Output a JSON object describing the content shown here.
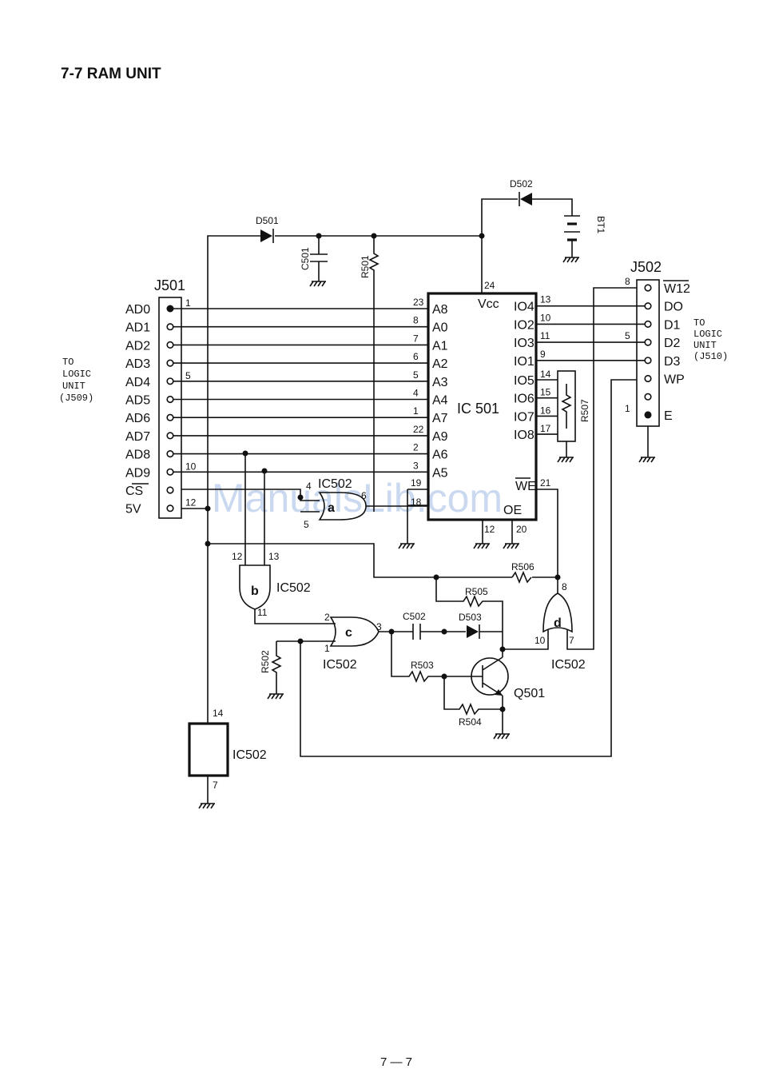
{
  "heading": "7-7  RAM UNIT",
  "page_number": "7 — 7",
  "watermark": "ManualsLib.com",
  "left_note": [
    "TO",
    "LOGIC",
    "UNIT",
    "(J509)"
  ],
  "right_note": [
    "TO",
    "LOGIC",
    "UNIT",
    "(J510)"
  ],
  "j501": {
    "title": "J501",
    "pins": [
      {
        "label": "AD0",
        "num": "1",
        "ic_pin": "23",
        "ic_sig": "A8"
      },
      {
        "label": "AD1",
        "num": "",
        "ic_pin": "8",
        "ic_sig": "A0"
      },
      {
        "label": "AD2",
        "num": "",
        "ic_pin": "7",
        "ic_sig": "A1"
      },
      {
        "label": "AD3",
        "num": "",
        "ic_pin": "6",
        "ic_sig": "A2"
      },
      {
        "label": "AD4",
        "num": "5",
        "ic_pin": "5",
        "ic_sig": "A3"
      },
      {
        "label": "AD5",
        "num": "",
        "ic_pin": "4",
        "ic_sig": "A4"
      },
      {
        "label": "AD6",
        "num": "",
        "ic_pin": "1",
        "ic_sig": "A7"
      },
      {
        "label": "AD7",
        "num": "",
        "ic_pin": "22",
        "ic_sig": "A9"
      },
      {
        "label": "AD8",
        "num": "",
        "ic_pin": "2",
        "ic_sig": "A6"
      },
      {
        "label": "AD9",
        "num": "10",
        "ic_pin": "3",
        "ic_sig": "A5"
      },
      {
        "label": "CS",
        "num": "",
        "ic_pin": "",
        "ic_sig": ""
      },
      {
        "label": "5V",
        "num": "12",
        "ic_pin": "",
        "ic_sig": ""
      }
    ]
  },
  "j502": {
    "title": "J502",
    "pins": [
      {
        "label": "W12",
        "num": "8",
        "ic_pin": "",
        "ic_sig": ""
      },
      {
        "label": "DO",
        "num": "",
        "ic_pin": "13",
        "ic_sig": "IO4"
      },
      {
        "label": "D1",
        "num": "",
        "ic_pin": "10",
        "ic_sig": "IO2"
      },
      {
        "label": "D2",
        "num": "5",
        "ic_pin": "11",
        "ic_sig": "IO3"
      },
      {
        "label": "D3",
        "num": "",
        "ic_pin": "9",
        "ic_sig": "IO1"
      },
      {
        "label": "WP",
        "num": "",
        "ic_pin": "",
        "ic_sig": ""
      },
      {
        "label": "",
        "num": "",
        "ic_pin": "",
        "ic_sig": ""
      },
      {
        "label": "E",
        "num": "1",
        "ic_pin": "",
        "ic_sig": ""
      }
    ]
  },
  "ic501": {
    "name": "IC 501",
    "vcc_label": "Vcc",
    "vcc_pin": "24",
    "io_right": [
      {
        "pin": "14",
        "sig": "IO5"
      },
      {
        "pin": "15",
        "sig": "IO6"
      },
      {
        "pin": "16",
        "sig": "IO7"
      },
      {
        "pin": "17",
        "sig": "IO8"
      }
    ],
    "we_label": "WE",
    "we_pin": "21",
    "oe_label": "OE",
    "pin19": "19",
    "pin18": "18",
    "pin12": "12",
    "pin20": "20"
  },
  "components": {
    "d501": "D501",
    "d502": "D502",
    "d503": "D503",
    "c501": "C501",
    "c502": "C502",
    "r501": "R501",
    "r502": "R502",
    "r503": "R503",
    "r504": "R504",
    "r505": "R505",
    "r506": "R506",
    "r507": "R507",
    "bt1": "BT1",
    "q501": "Q501"
  },
  "gates": {
    "a": {
      "name": "IC502",
      "letter": "a",
      "in_pin": "4",
      "out_pin": "6",
      "in2_pin": "5"
    },
    "b": {
      "name": "IC502",
      "letter": "b",
      "in1": "12",
      "in2": "13",
      "out": "11"
    },
    "c": {
      "name": "IC502",
      "letter": "c",
      "in1": "2",
      "in2": "1",
      "out": "3"
    },
    "d": {
      "name": "IC502",
      "letter": "d",
      "in_top": "8",
      "in1": "10",
      "in2": "7"
    },
    "supply": {
      "name": "IC502",
      "vcc_pin": "14",
      "gnd_pin": "7"
    }
  }
}
